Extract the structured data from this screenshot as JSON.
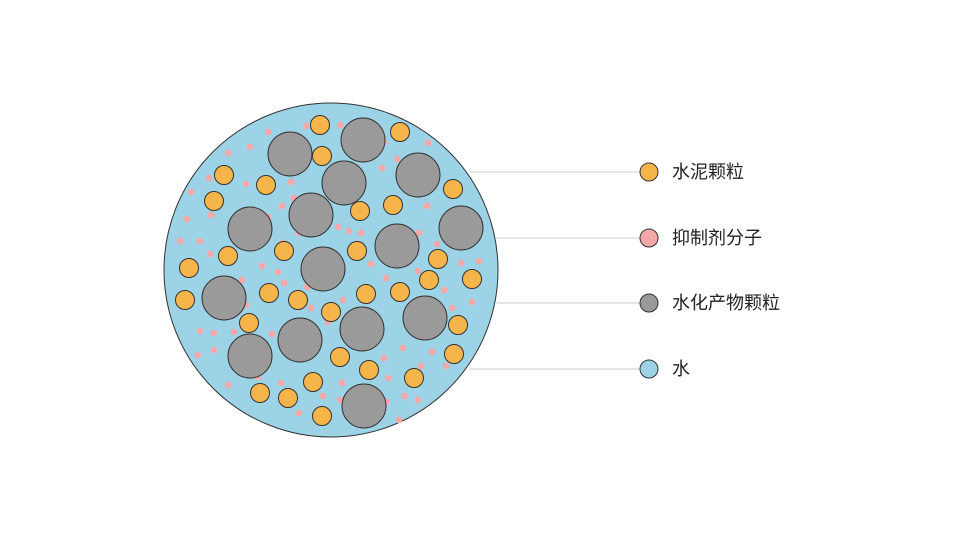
{
  "legend": [
    {
      "key": "cement",
      "label": "水泥颗粒",
      "color": "#f6b54b"
    },
    {
      "key": "inhibitor",
      "label": "抑制剂分子",
      "color": "#f4a9a8"
    },
    {
      "key": "hydrate",
      "label": "水化产物颗粒",
      "color": "#9a9a9a"
    },
    {
      "key": "water",
      "label": "水",
      "color": "#9dd3e6"
    }
  ],
  "colors": {
    "outline": "#333333",
    "leader_line": "#cccccc"
  }
}
